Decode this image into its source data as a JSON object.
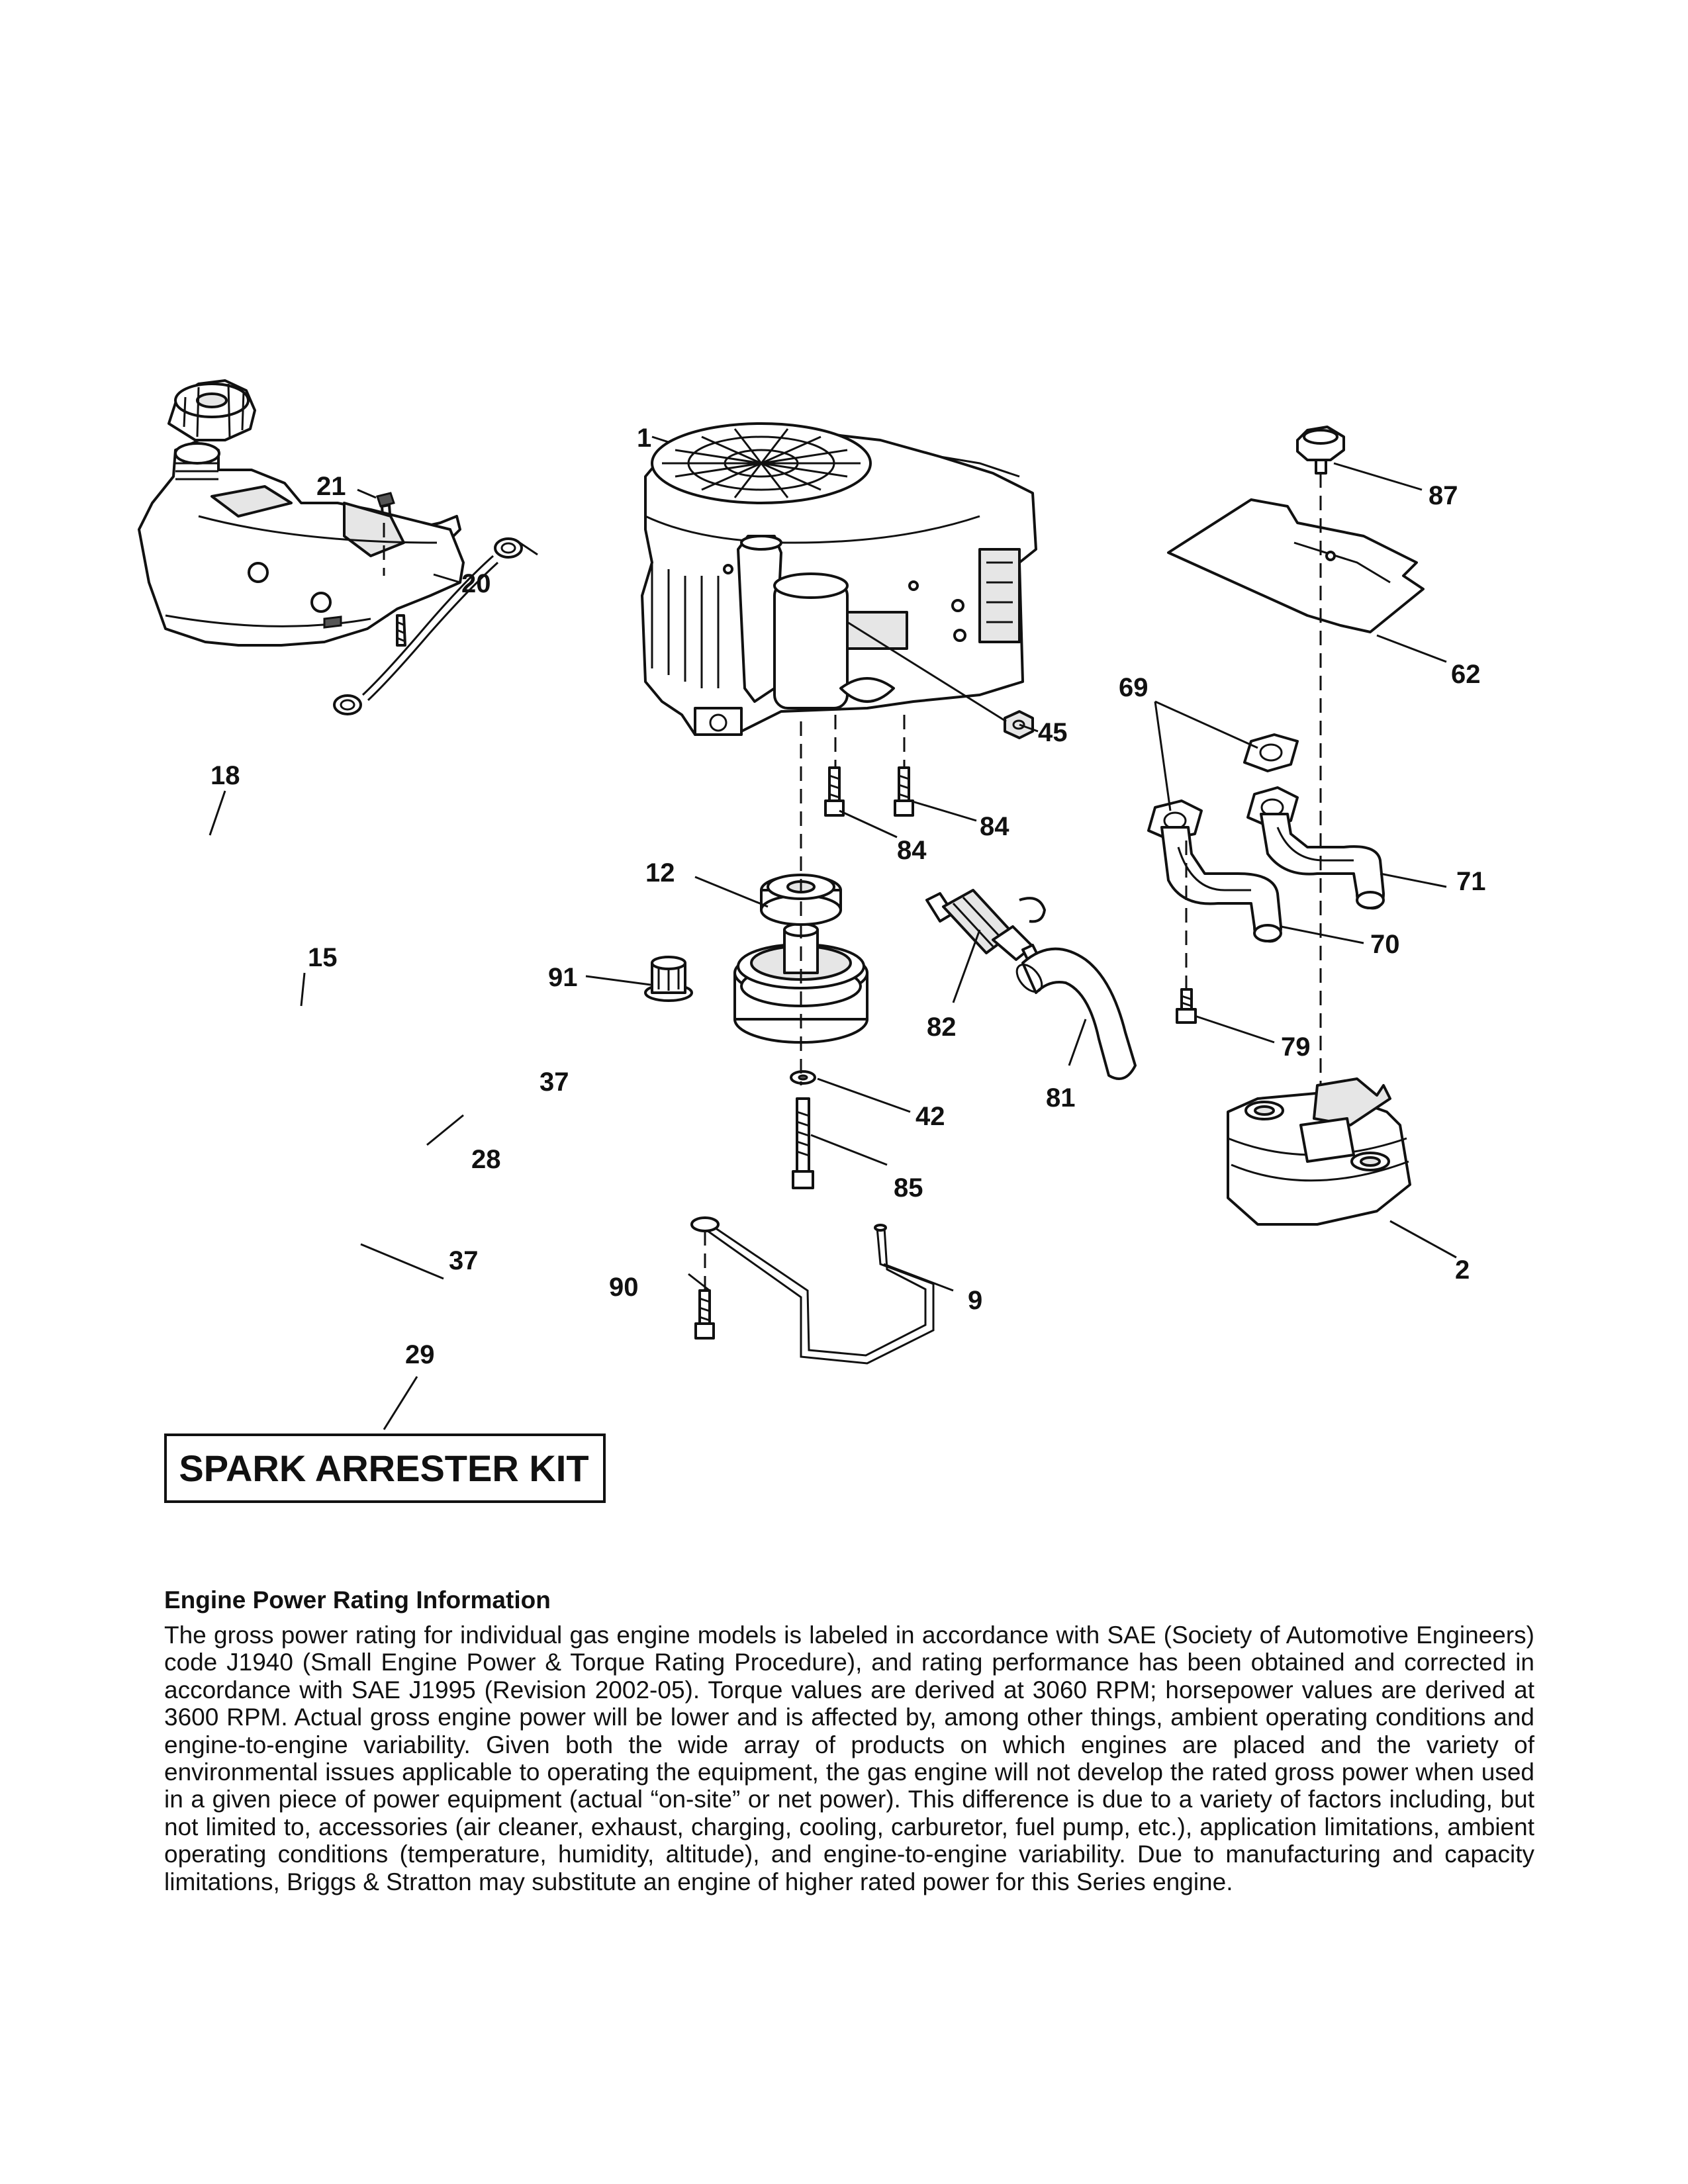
{
  "callouts": {
    "c1": "1",
    "c2": "2",
    "c9": "9",
    "c12": "12",
    "c15": "15",
    "c18": "18",
    "c20": "20",
    "c21": "21",
    "c28": "28",
    "c29": "29",
    "c37a": "37",
    "c37b": "37",
    "c42": "42",
    "c45": "45",
    "c62": "62",
    "c69": "69",
    "c70": "70",
    "c71": "71",
    "c79": "79",
    "c81": "81",
    "c82": "82",
    "c84a": "84",
    "c84b": "84",
    "c85": "85",
    "c87": "87",
    "c90": "90",
    "c91": "91"
  },
  "kit_label": "SPARK ARRESTER KIT",
  "power_info": {
    "heading": "Engine Power Rating Information",
    "body": "The gross power rating for individual gas engine models is labeled in accordance with SAE (Society of Automotive Engineers) code J1940 (Small Engine Power & Torque Rating Procedure), and rating performance has been obtained and corrected in accordance with SAE J1995 (Revision 2002-05). Torque values are derived at 3060 RPM; horsepower values are derived at 3600 RPM. Actual gross engine power will be lower and is affected by, among other things, ambient operating conditions and engine-to-engine variability. Given both the wide array of products on which engines are placed and the variety of environmental issues applicable to operating the equipment, the gas engine will not develop the rated gross power when used in a given piece of power equipment (actual “on-site” or net power). This difference is due to a variety of factors including, but not limited to, accessories (air cleaner, exhaust, charging, cooling, carburetor, fuel pump, etc.), application limitations, ambient operating conditions (temperature, humidity, altitude), and engine-to-engine variability. Due to manufacturing and capacity limitations, Briggs & Stratton may substitute an engine of higher rated power for this Series engine."
  }
}
